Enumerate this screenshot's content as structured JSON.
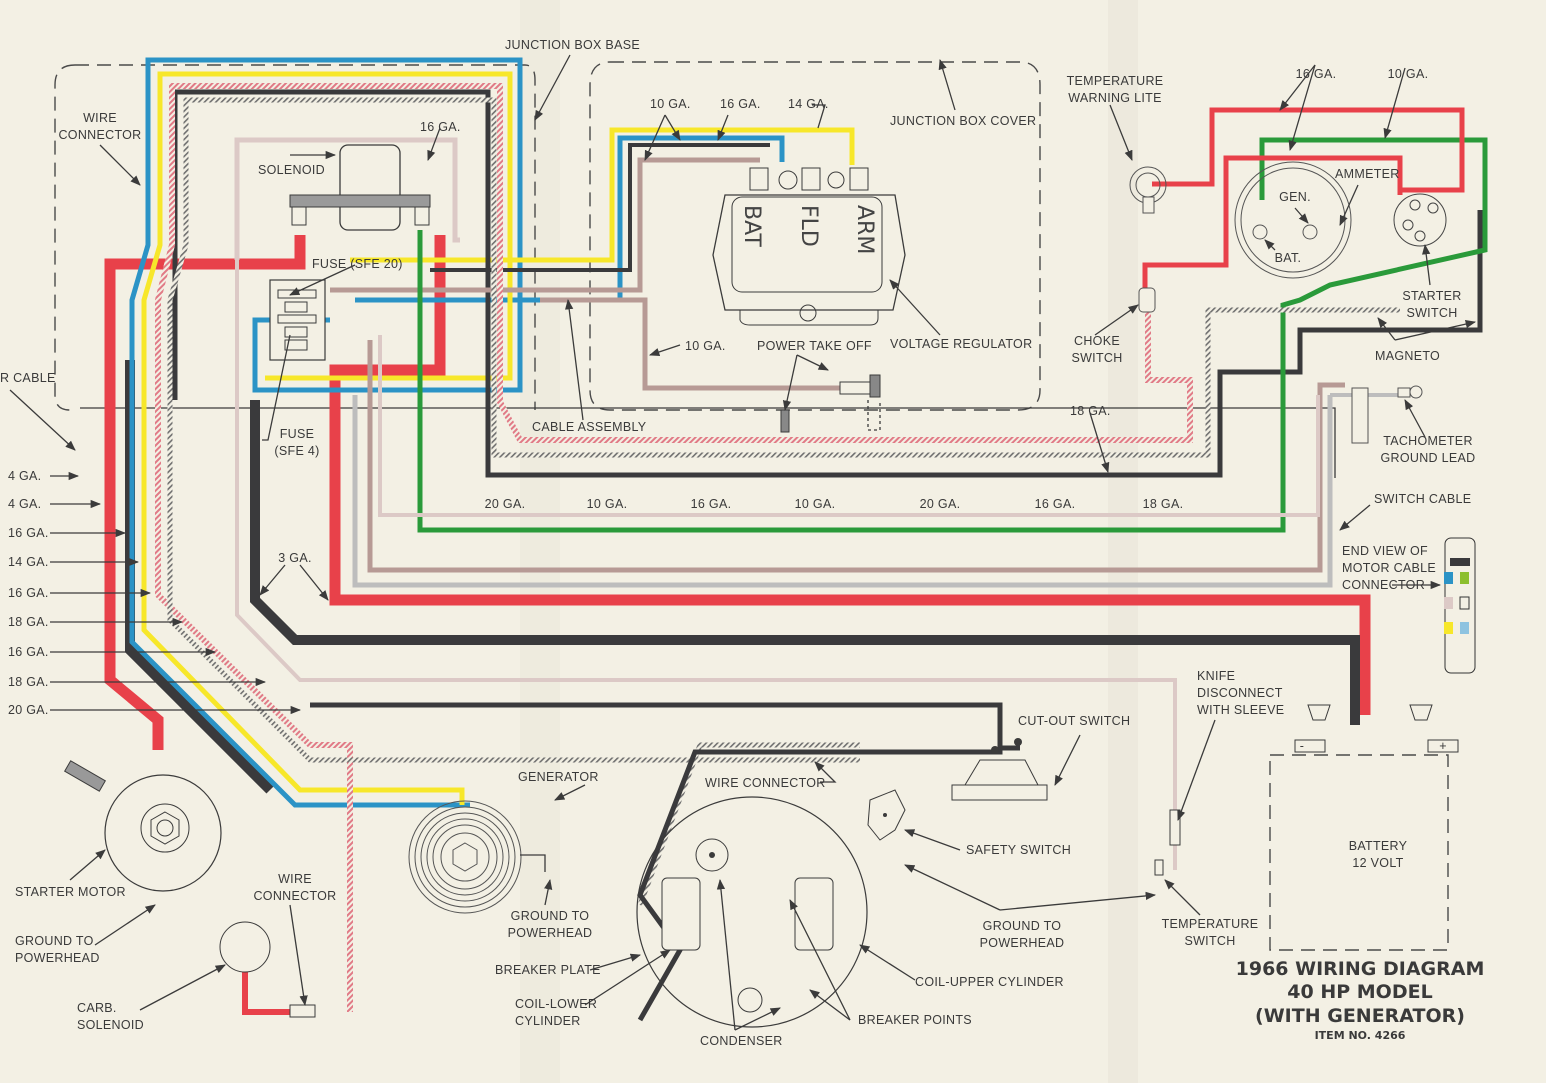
{
  "title": {
    "line1": "1966 WIRING DIAGRAM",
    "line2": "40 HP MODEL",
    "line3": "(WITH GENERATOR)",
    "item": "ITEM NO. 4266"
  },
  "wire_colors": {
    "red": "#e8414a",
    "black": "#3a3a3c",
    "blue": "#2b93c6",
    "yellow": "#f7e72a",
    "green": "#2a9a3a",
    "tan": "#b79a95",
    "light": "#dcc9c6",
    "gray": "#bdbdbd",
    "pink_hatch": "#e17a86",
    "gray_hatch": "#8a8a8a",
    "paper": "#f3f0e4"
  },
  "labels": {
    "junction_box_base": "JUNCTION BOX BASE",
    "junction_box_cover": "JUNCTION BOX COVER",
    "wire_connector_top": [
      "WIRE",
      "CONNECTOR"
    ],
    "solenoid": "SOLENOID",
    "ga16_solenoid": "16 GA.",
    "fuse_sfe20": "FUSE (SFE 20)",
    "fuse_sfe4": [
      "FUSE",
      "(SFE 4)"
    ],
    "motor_cable": "R CABLE",
    "ga10_a": "10 GA.",
    "ga16_a": "16 GA.",
    "ga14_a": "14 GA.",
    "ga10_ptk": "10 GA.",
    "power_take_off": "POWER TAKE OFF",
    "voltage_regulator": "VOLTAGE REGULATOR",
    "cable_assembly": "CABLE ASSEMBLY",
    "reg_bat": "BAT",
    "reg_fld": "FLD",
    "reg_arm": "ARM",
    "temp_warning_lite": [
      "TEMPERATURE",
      "WARNING LITE"
    ],
    "ga16_top": "16 GA.",
    "ga10_top": "10 GA.",
    "ammeter": "AMMETER",
    "gen": "GEN.",
    "bat": "BAT.",
    "choke_switch": [
      "CHOKE",
      "SWITCH"
    ],
    "starter_switch": [
      "STARTER",
      "SWITCH"
    ],
    "magneto": "MAGNETO",
    "tachometer_ground_lead": [
      "TACHOMETER",
      "GROUND LEAD"
    ],
    "ga18_right": "18 GA.",
    "switch_cable": "SWITCH CABLE",
    "end_view": [
      "END VIEW OF",
      "MOTOR CABLE",
      "CONNECTOR"
    ],
    "cable_row": [
      "20 GA.",
      "10 GA.",
      "16 GA.",
      "10 GA.",
      "20 GA.",
      "16 GA.",
      "18 GA."
    ],
    "left_gauges": [
      "4 GA.",
      "4 GA.",
      "16 GA.",
      "14 GA.",
      "16 GA.",
      "18 GA.",
      "16 GA.",
      "18 GA.",
      "20 GA."
    ],
    "ga3": "3 GA.",
    "generator": "GENERATOR",
    "ground_powerhead_gen": [
      "GROUND TO",
      "POWERHEAD"
    ],
    "starter_motor": "STARTER MOTOR",
    "ground_powerhead_starter": [
      "GROUND TO",
      "POWERHEAD"
    ],
    "wire_connector_bottom": [
      "WIRE",
      "CONNECTOR"
    ],
    "carb_solenoid": [
      "CARB.",
      "SOLENOID"
    ],
    "wire_connector_mag": "WIRE CONNECTOR",
    "breaker_plate": "BREAKER PLATE",
    "coil_lower": [
      "COIL-LOWER",
      "CYLINDER"
    ],
    "condenser": "CONDENSER",
    "breaker_points": "BREAKER POINTS",
    "coil_upper": "COIL-UPPER CYLINDER",
    "cut_out_switch": "CUT-OUT SWITCH",
    "safety_switch": "SAFETY SWITCH",
    "ground_powerhead_mid": [
      "GROUND TO",
      "POWERHEAD"
    ],
    "knife_disconnect": [
      "KNIFE",
      "DISCONNECT",
      "WITH SLEEVE"
    ],
    "temperature_switch": [
      "TEMPERATURE",
      "SWITCH"
    ],
    "battery": [
      "BATTERY",
      "12 VOLT"
    ],
    "minus": "-",
    "plus": "+"
  }
}
